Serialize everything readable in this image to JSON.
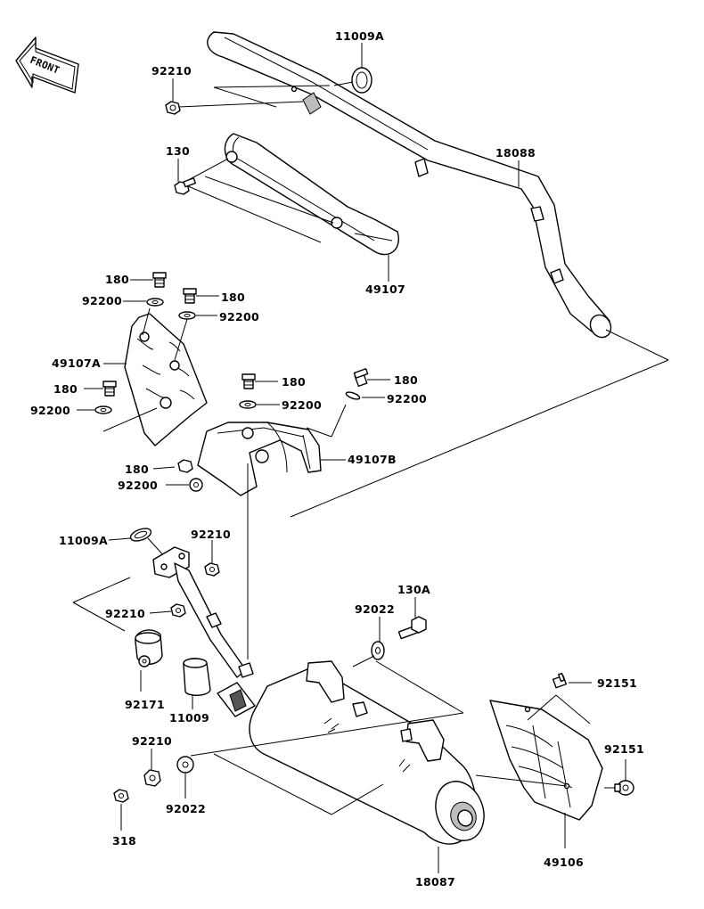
{
  "front_indicator": "FRONT",
  "labels": {
    "l_11009A_top": "11009A",
    "l_92210_top": "92210",
    "l_130": "130",
    "l_18088": "18088",
    "l_49107": "49107",
    "l_180_a": "180",
    "l_92200_a": "92200",
    "l_180_b": "180",
    "l_92200_b": "92200",
    "l_49107A": "49107A",
    "l_180_c": "180",
    "l_92200_c": "92200",
    "l_180_d": "180",
    "l_92200_d": "92200",
    "l_180_e": "180",
    "l_92200_e": "92200",
    "l_49107B": "49107B",
    "l_180_f": "180",
    "l_92200_f": "92200",
    "l_11009A_mid": "11009A",
    "l_92210_mid": "92210",
    "l_92210_left": "92210",
    "l_130A": "130A",
    "l_92022_top": "92022",
    "l_92171": "92171",
    "l_11009": "11009",
    "l_92151_a": "92151",
    "l_92151_b": "92151",
    "l_92210_low": "92210",
    "l_92022_low": "92022",
    "l_318": "318",
    "l_18087": "18087",
    "l_49106": "49106"
  }
}
